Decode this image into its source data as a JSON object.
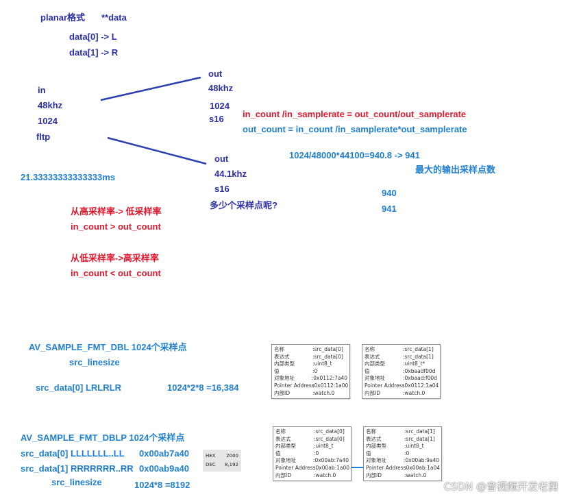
{
  "header": {
    "title": "planar格式",
    "ptr": "**data"
  },
  "planar": {
    "line1": "data[0]  -> L",
    "line2": "data[1] -> R"
  },
  "input": {
    "label": "in",
    "rate": "48khz",
    "samples": "1024",
    "format": "fltp"
  },
  "duration": "21.33333333333333ms",
  "out1": {
    "label": "out",
    "rate": "48khz",
    "samples": "1024",
    "format": "s16"
  },
  "out2": {
    "label": "out",
    "rate": "44.1khz",
    "format": "s16",
    "question": "多少个采样点呢?"
  },
  "formula": {
    "eq1": "in_count /in_samplerate = out_count/out_samplerate",
    "eq2": "out_count = in_count /in_samplerate*out_samplerate",
    "calc": "1024/48000*44100=940.8 -> 941",
    "note": "最大的输出采样点数",
    "v1": "940",
    "v2": "941"
  },
  "rules": {
    "down_title": "从高采样率-> 低采样率",
    "down_cmp": "in_count   > out_count",
    "up_title": "从低采样率->高采样率",
    "up_cmp": "in_count   < out_count"
  },
  "dbl": {
    "title": "AV_SAMPLE_FMT_DBL   1024个采样点",
    "linesize": "src_linesize",
    "data0": "src_data[0] LRLRLR",
    "size": "1024*2*8 =16,384"
  },
  "dblp": {
    "title": "AV_SAMPLE_FMT_DBLP 1024个采样点",
    "data0": "src_data[0] LLLLLLL..LL",
    "addr0": "0x00ab7a40",
    "data1": "src_data[1] RRRRRRR..RR",
    "addr1": "0x00ab9a40",
    "linesize": "src_linesize",
    "size": "1024*8 =8192"
  },
  "hexdec": {
    "hex_label": "HEX",
    "hex_value": "2000",
    "dec_label": "DEC",
    "dec_value": "8,192"
  },
  "panels": [
    {
      "rows": [
        [
          "名称",
          ":src_data[0]"
        ],
        [
          "表达式",
          ":src_data[0]"
        ],
        [
          "内部类型",
          ":uint8_t"
        ],
        [
          "值",
          ":0"
        ],
        [
          "对象地址",
          ":0x0112:7a40"
        ],
        [
          "Pointer Address",
          ":0x0112:1a00"
        ],
        [
          "内部ID",
          ":watch.0"
        ]
      ]
    },
    {
      "rows": [
        [
          "名称",
          ":src_data[1]"
        ],
        [
          "表达式",
          ":src_data[1]"
        ],
        [
          "内部类型",
          ":uint8_t*"
        ],
        [
          "值",
          ":0xbaadf00d"
        ],
        [
          "对象地址",
          ":0xbaad:f00d"
        ],
        [
          "Pointer Address",
          ":0x0112:1a04"
        ],
        [
          "内部ID",
          ":watch.0"
        ]
      ]
    },
    {
      "rows": [
        [
          "名称",
          ":src_data[0]"
        ],
        [
          "表达式",
          ":src_data[0]"
        ],
        [
          "内部类型",
          ":uint8_t"
        ],
        [
          "值",
          ":0"
        ],
        [
          "对象地址",
          ":0x00ab:7a40"
        ],
        [
          "Pointer Address",
          ":0x00ab:1a00"
        ],
        [
          "内部ID",
          ":watch.0"
        ]
      ]
    },
    {
      "rows": [
        [
          "名称",
          ":src_data[1]"
        ],
        [
          "表达式",
          ":src_data[1]"
        ],
        [
          "内部类型",
          ":uint8_t"
        ],
        [
          "值",
          ":0"
        ],
        [
          "对象地址",
          ":0x00ab:9a40"
        ],
        [
          "Pointer Address",
          ":0x00ab:1a04"
        ],
        [
          "内部ID",
          ":watch.0"
        ]
      ]
    }
  ],
  "watermark": "CSDN @音视频开发老舅",
  "colors": {
    "navy": "#2b2fa8",
    "red": "#e0182d",
    "cyan": "#1f7fd0",
    "line": "#2b3fb0"
  }
}
